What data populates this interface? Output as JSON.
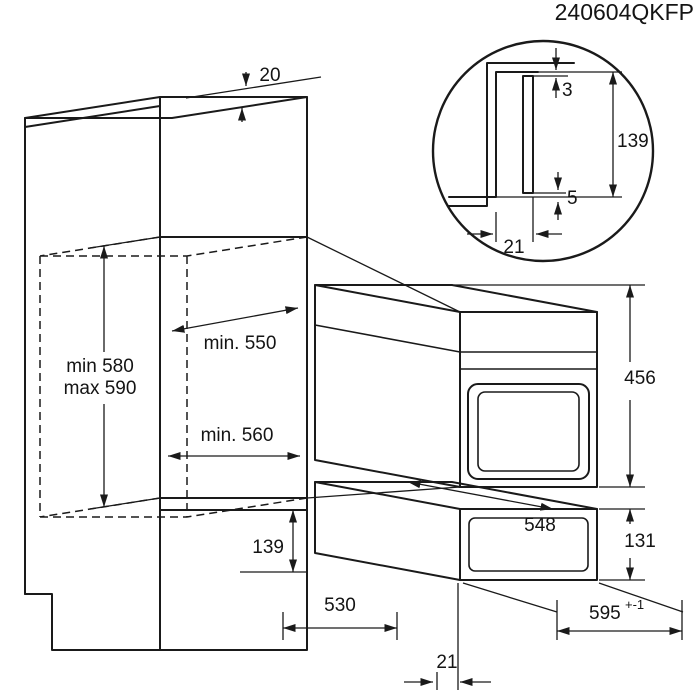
{
  "document_number": "240604QKFP",
  "colors": {
    "line": "#1a1a1a",
    "background": "#ffffff"
  },
  "dimensions": {
    "cabinet": {
      "rear_top_gap": "20",
      "niche_depth": "min. 550",
      "niche_height_min": "min 580",
      "niche_height_max": "max 590",
      "niche_width": "min. 560",
      "lower_panel_height": "139",
      "lower_depth": "530",
      "bottom_gap": "21"
    },
    "appliance": {
      "height": "456",
      "depth": "548",
      "drawer_height": "131",
      "width": "595",
      "width_tolerance": "+-1"
    },
    "detail": {
      "top_gap": "3",
      "trim_height": "139",
      "bottom_gap": "5",
      "trim_depth": "21"
    }
  }
}
